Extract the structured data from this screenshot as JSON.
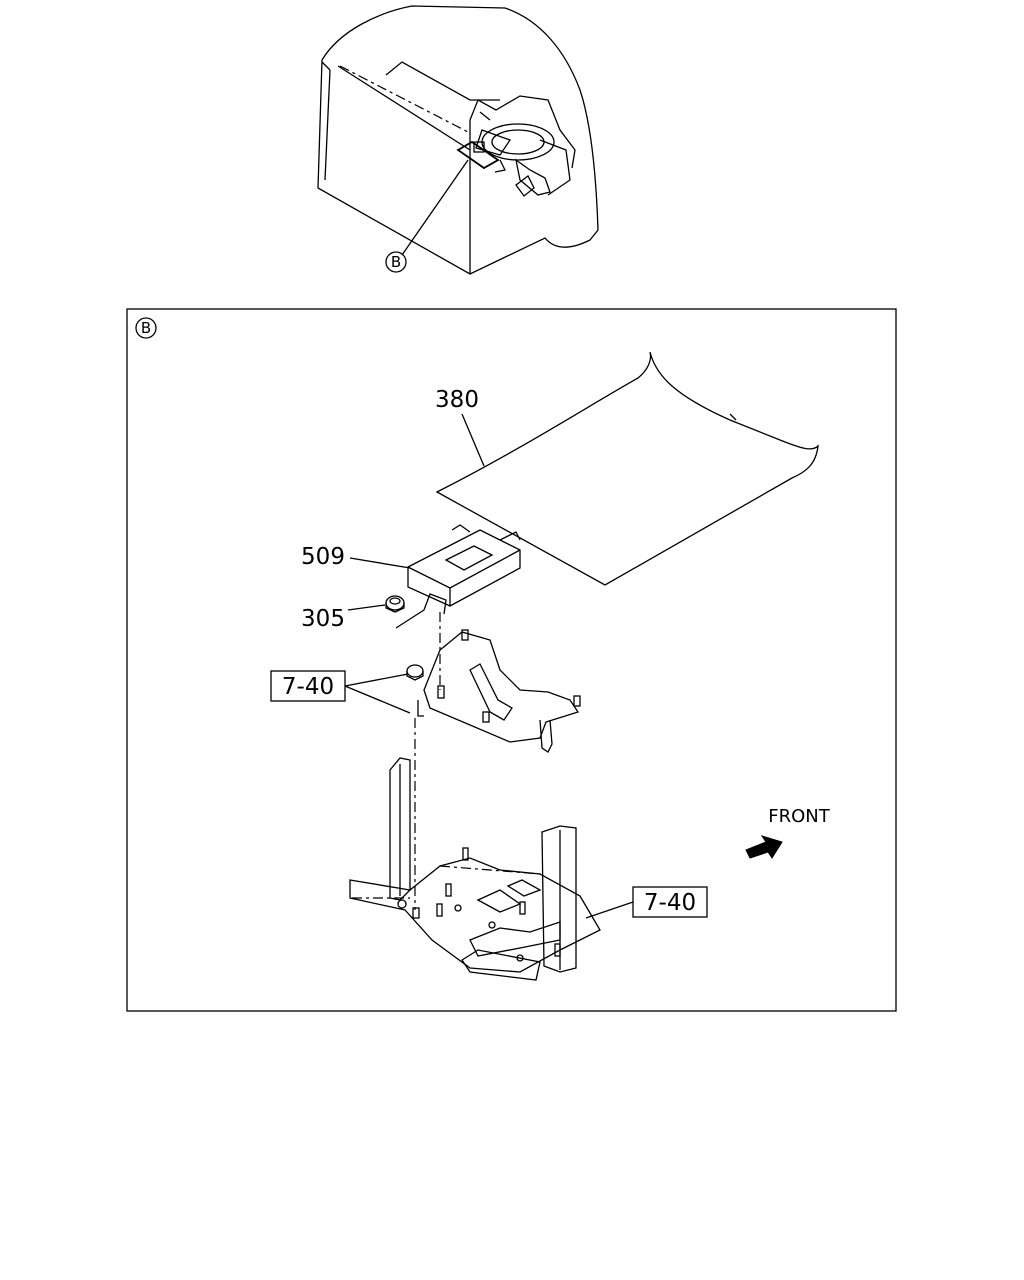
{
  "overview": {
    "callout": "B"
  },
  "detail": {
    "view_label": "B",
    "parts": {
      "p380": "380",
      "p509": "509",
      "p305": "305",
      "ref_left": "7-40",
      "ref_right": "7-40"
    },
    "direction": {
      "label": "FRONT",
      "arrow_icon": "front-arrow-icon"
    }
  }
}
